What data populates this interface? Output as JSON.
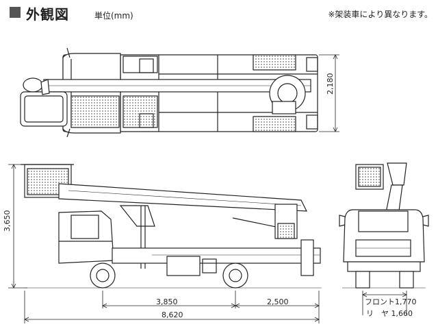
{
  "header": {
    "title": "外観図",
    "unit": "単位(mm)",
    "note": "※架装車により異なります。"
  },
  "dimensions": {
    "top_width": "2,180",
    "height": "3,650",
    "wheelbase": "3,850",
    "rear_overhang": "2,500",
    "overall_length": "8,620",
    "front_tread": "フロント1,770",
    "rear_tread": "リ　ヤ 1,660"
  }
}
